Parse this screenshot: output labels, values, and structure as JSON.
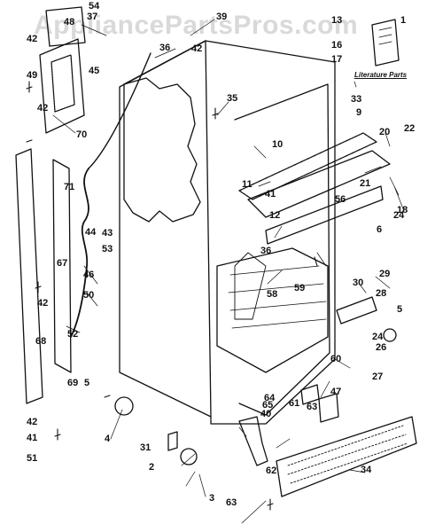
{
  "watermark": "AppliancePartsPros.com",
  "literature_label": "Literature Parts",
  "callouts": [
    "1",
    "2",
    "3",
    "4",
    "5",
    "5",
    "6",
    "9",
    "10",
    "11",
    "12",
    "13",
    "16",
    "17",
    "18",
    "20",
    "21",
    "22",
    "24",
    "24",
    "26",
    "27",
    "28",
    "29",
    "30",
    "31",
    "33",
    "34",
    "35",
    "36",
    "36",
    "37",
    "39",
    "40",
    "41",
    "41",
    "42",
    "42",
    "42",
    "42",
    "42",
    "43",
    "44",
    "45",
    "46",
    "47",
    "48",
    "49",
    "50",
    "51",
    "52",
    "53",
    "54",
    "56",
    "58",
    "59",
    "60",
    "61",
    "62",
    "63",
    "63",
    "64",
    "65",
    "67",
    "68",
    "69",
    "70",
    "71"
  ]
}
